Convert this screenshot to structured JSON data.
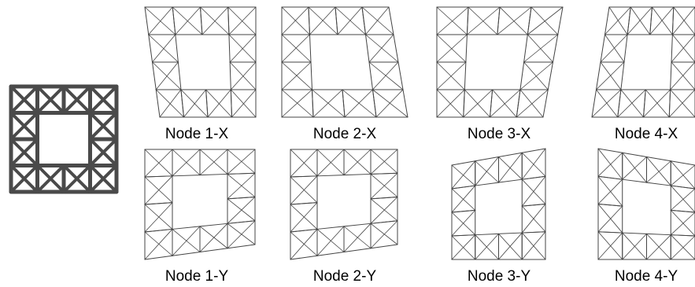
{
  "panels": [
    {
      "id": "n1x",
      "label": "Node 1-X"
    },
    {
      "id": "n2x",
      "label": "Node 2-X"
    },
    {
      "id": "n3x",
      "label": "Node 3-X"
    },
    {
      "id": "n4x",
      "label": "Node 4-X"
    },
    {
      "id": "n1y",
      "label": "Node 1-Y"
    },
    {
      "id": "n2y",
      "label": "Node 2-Y"
    },
    {
      "id": "n3y",
      "label": "Node 3-Y"
    },
    {
      "id": "n4y",
      "label": "Node 4-Y"
    }
  ],
  "colors": {
    "frame_line": "#444444",
    "reference_lattice": "#4a4a4a",
    "background": "#ffffff"
  }
}
